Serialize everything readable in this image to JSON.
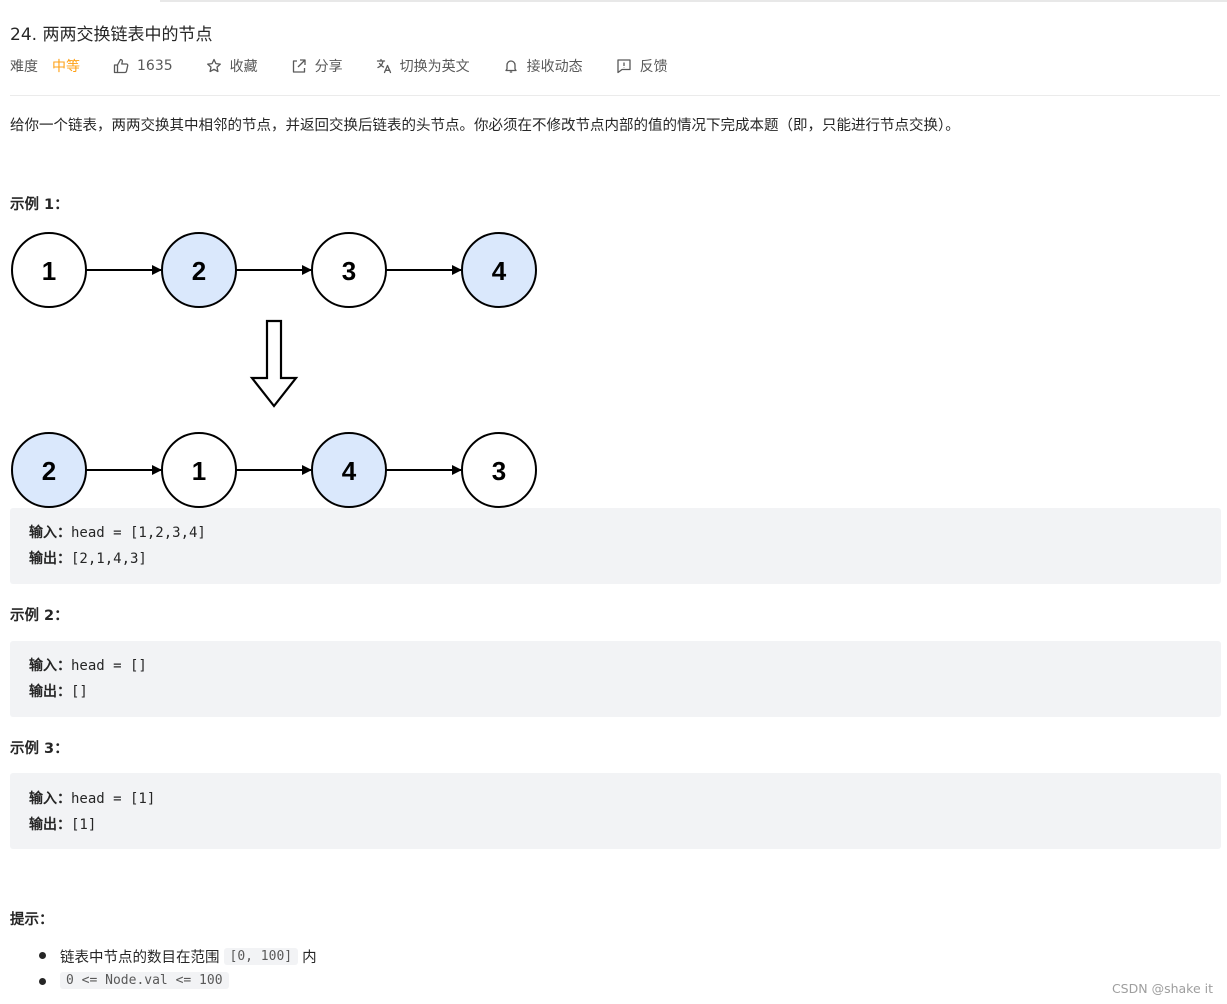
{
  "problem": {
    "title": "24. 两两交换链表中的节点",
    "difficulty_label": "难度",
    "difficulty_value": "中等",
    "difficulty_color": "#ffa116",
    "likes": "1635",
    "actions": {
      "favorite": "收藏",
      "share": "分享",
      "translate": "切换为英文",
      "subscribe": "接收动态",
      "feedback": "反馈"
    },
    "icons": {
      "likes": "thumbs-up-icon",
      "favorite": "star-icon",
      "share": "share-icon",
      "translate": "translate-icon",
      "subscribe": "bell-icon",
      "feedback": "feedback-icon"
    },
    "description": "给你一个链表，两两交换其中相邻的节点，并返回交换后链表的头节点。你必须在不修改节点内部的值的情况下完成本题（即，只能进行节点交换）。"
  },
  "diagram": {
    "before": [
      "1",
      "2",
      "3",
      "4"
    ],
    "after": [
      "2",
      "1",
      "4",
      "3"
    ],
    "highlight_before": [
      false,
      true,
      false,
      true
    ],
    "highlight_after": [
      true,
      false,
      true,
      false
    ],
    "highlight_color": "#dae8fc"
  },
  "examples": [
    {
      "title": "示例 1：",
      "input_label": "输入：",
      "input": "head = [1,2,3,4]",
      "output_label": "输出：",
      "output": "[2,1,4,3]"
    },
    {
      "title": "示例 2：",
      "input_label": "输入：",
      "input": "head = []",
      "output_label": "输出：",
      "output": "[]"
    },
    {
      "title": "示例 3：",
      "input_label": "输入：",
      "input": "head = [1]",
      "output_label": "输出：",
      "output": "[1]"
    }
  ],
  "hints": {
    "title": "提示：",
    "item1_prefix": "链表中节点的数目在范围",
    "item1_code": "[0, 100]",
    "item1_suffix": "内",
    "item2_code": "0 <= Node.val <= 100"
  },
  "watermark": "CSDN @shake it"
}
